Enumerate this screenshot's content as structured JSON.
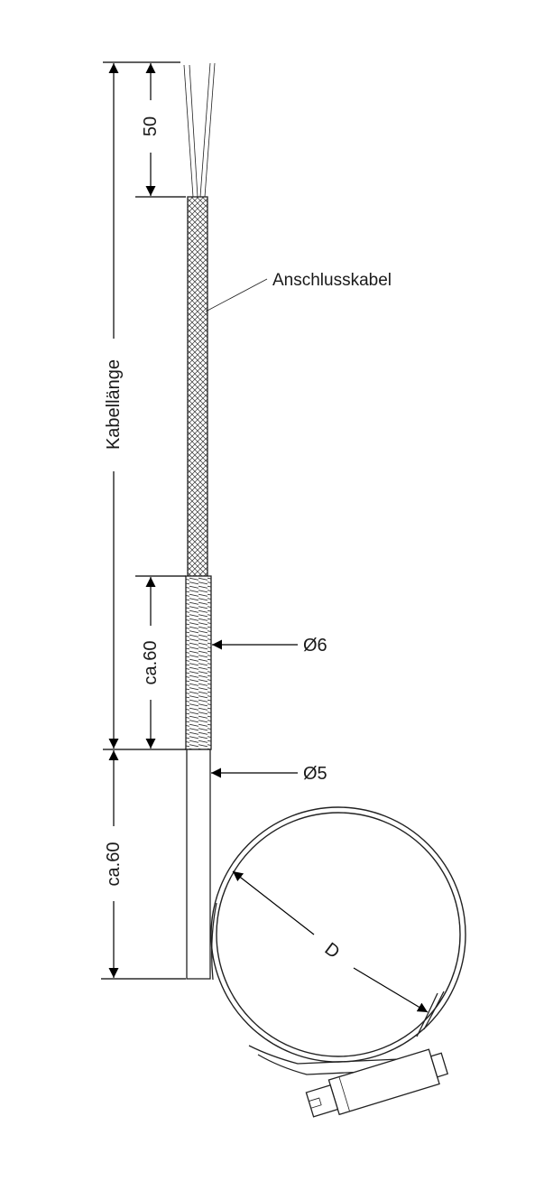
{
  "drawing": {
    "dimensions": {
      "wire_length": "50",
      "cable_length": "Kabellänge",
      "sleeve_length": "ca.60",
      "tube_length": "ca.60",
      "clamp_diameter": "D"
    },
    "callouts": {
      "cable": "Anschlusskabel",
      "sleeve_diameter": "Ø6",
      "tube_diameter": "Ø5"
    }
  }
}
